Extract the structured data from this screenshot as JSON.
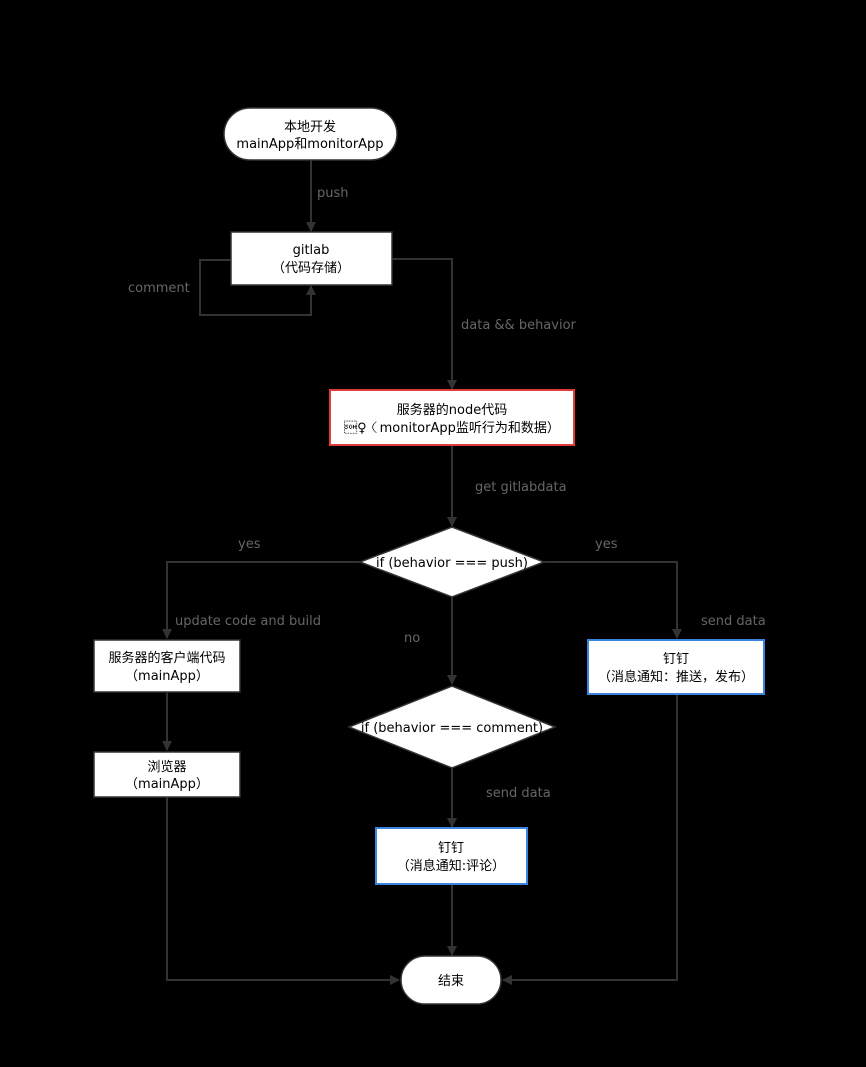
{
  "nodes": {
    "start": [
      "本地开发",
      "mainApp和monitorApp"
    ],
    "gitlab": [
      "gitlab",
      "（代码存储）"
    ],
    "server_node": [
      "服务器的node代码",
      "\u0001♀（monitorApp监听行为和数据）"
    ],
    "decision_push": [
      "if (behavior === push)"
    ],
    "client_code": [
      "服务器的客户端代码",
      "（mainApp）"
    ],
    "browser": [
      "浏览器",
      "（mainApp）"
    ],
    "decision_comment": [
      "if (behavior === comment)"
    ],
    "dingding_comment": [
      "钉钉",
      "（消息通知:评论）"
    ],
    "dingding_push": [
      "钉钉",
      "（消息通知：推送，发布）"
    ],
    "end": [
      "结束"
    ]
  },
  "edge_labels": {
    "push": "push",
    "comment": "comment",
    "data_behavior": "data && behavior",
    "get_gitlabdata": "get gitlabdata",
    "yes_left": "yes",
    "yes_right": "yes",
    "update_build": "update code and build",
    "no": "no",
    "send_data_right": "send data",
    "send_data_mid": "send data"
  },
  "colors": {
    "background": "#000000",
    "node_fill": "#ffffff",
    "node_border": "#333333",
    "highlight_red": "#e03c3c",
    "highlight_blue": "#3a84e0",
    "line": "#333333",
    "edge_label": "#666666"
  }
}
